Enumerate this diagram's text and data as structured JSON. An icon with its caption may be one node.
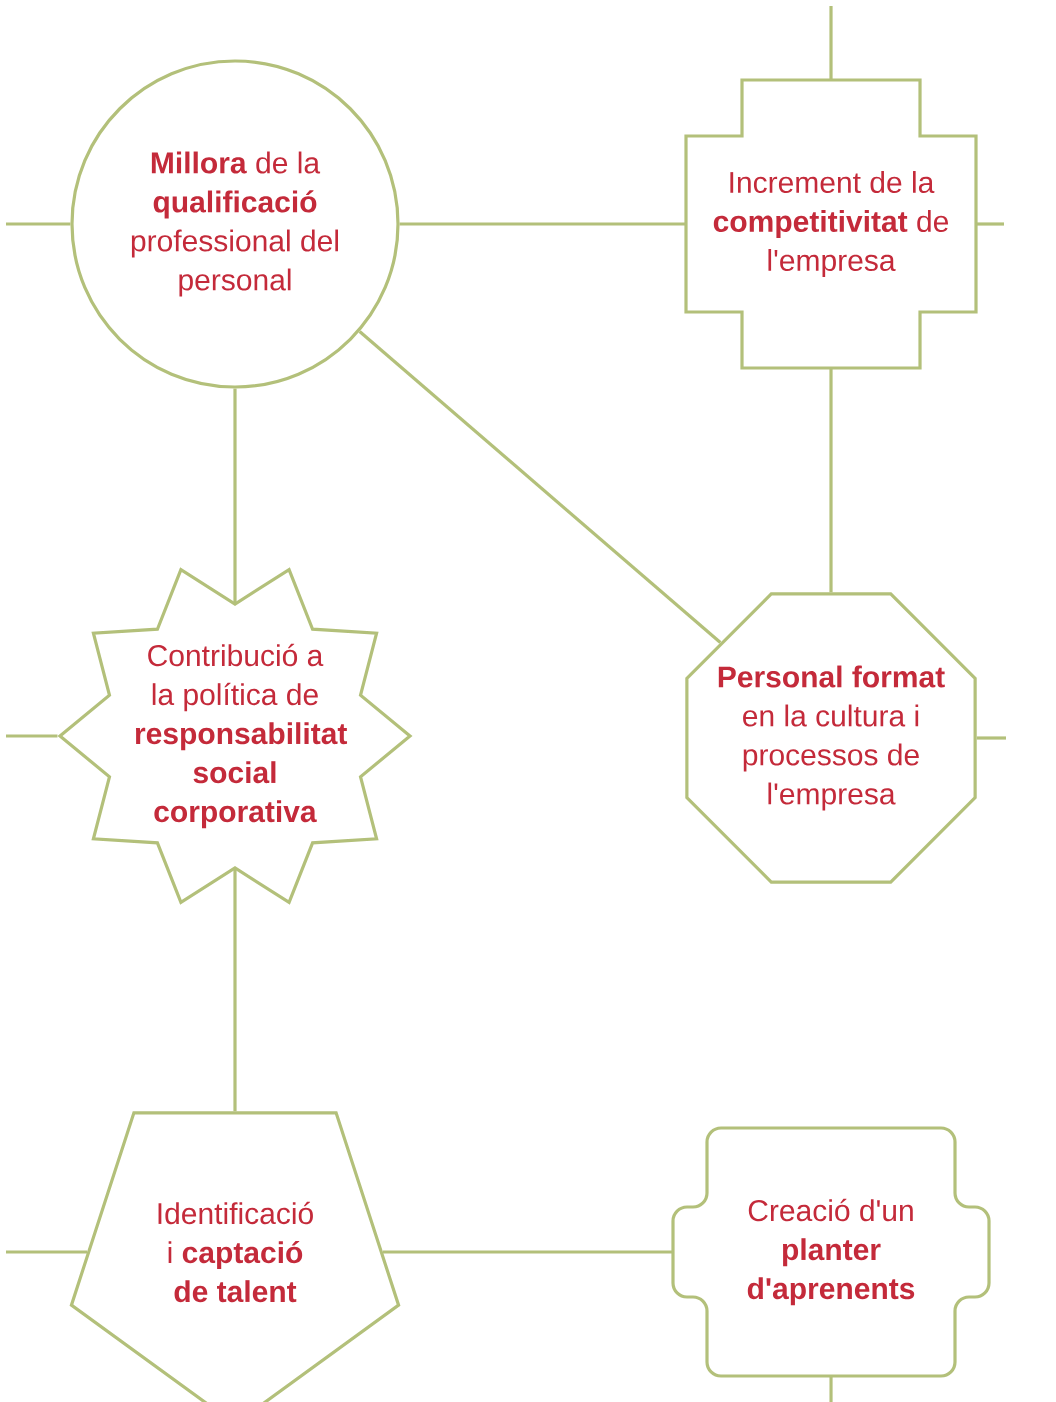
{
  "diagram": {
    "nodes": [
      {
        "text": [
          "**Millora** de la **qualificació** professional del personal"
        ]
      },
      {
        "text": [
          "Increment de la **competitivitat** de l'empresa"
        ]
      },
      {
        "text": [
          "Contribució a la política de **responsabilitat social corporativa**"
        ]
      },
      {
        "text": [
          "**Personal format** en la cultura i processos de l'empresa"
        ]
      },
      {
        "text": [
          "Identificació i **captació de talent**"
        ]
      },
      {
        "text": [
          "Creació d'un **planter d'aprenents**"
        ]
      }
    ],
    "edges": [
      {
        "from": 0,
        "to": 1,
        "arrow": "none"
      },
      {
        "from": 0,
        "to": 2,
        "arrow": "none"
      },
      {
        "from": 0,
        "to": 3,
        "arrow": "none"
      },
      {
        "from": 1,
        "to": 3,
        "arrow": "none"
      },
      {
        "from": 2,
        "to": 4,
        "arrow": "none"
      },
      {
        "from": 4,
        "to": 5,
        "arrow": "none"
      },
      {
        "from": 0,
        "to": null,
        "arrow": "none"
      },
      {
        "from": 1,
        "to": null,
        "arrow": "none"
      },
      {
        "from": 1,
        "to": null,
        "arrow": "none"
      },
      {
        "from": 2,
        "to": null,
        "arrow": "none"
      },
      {
        "from": 3,
        "to": null,
        "arrow": "none"
      },
      {
        "from": 4,
        "to": null,
        "arrow": "none"
      },
      {
        "from": 5,
        "to": null,
        "arrow": "none"
      }
    ]
  }
}
